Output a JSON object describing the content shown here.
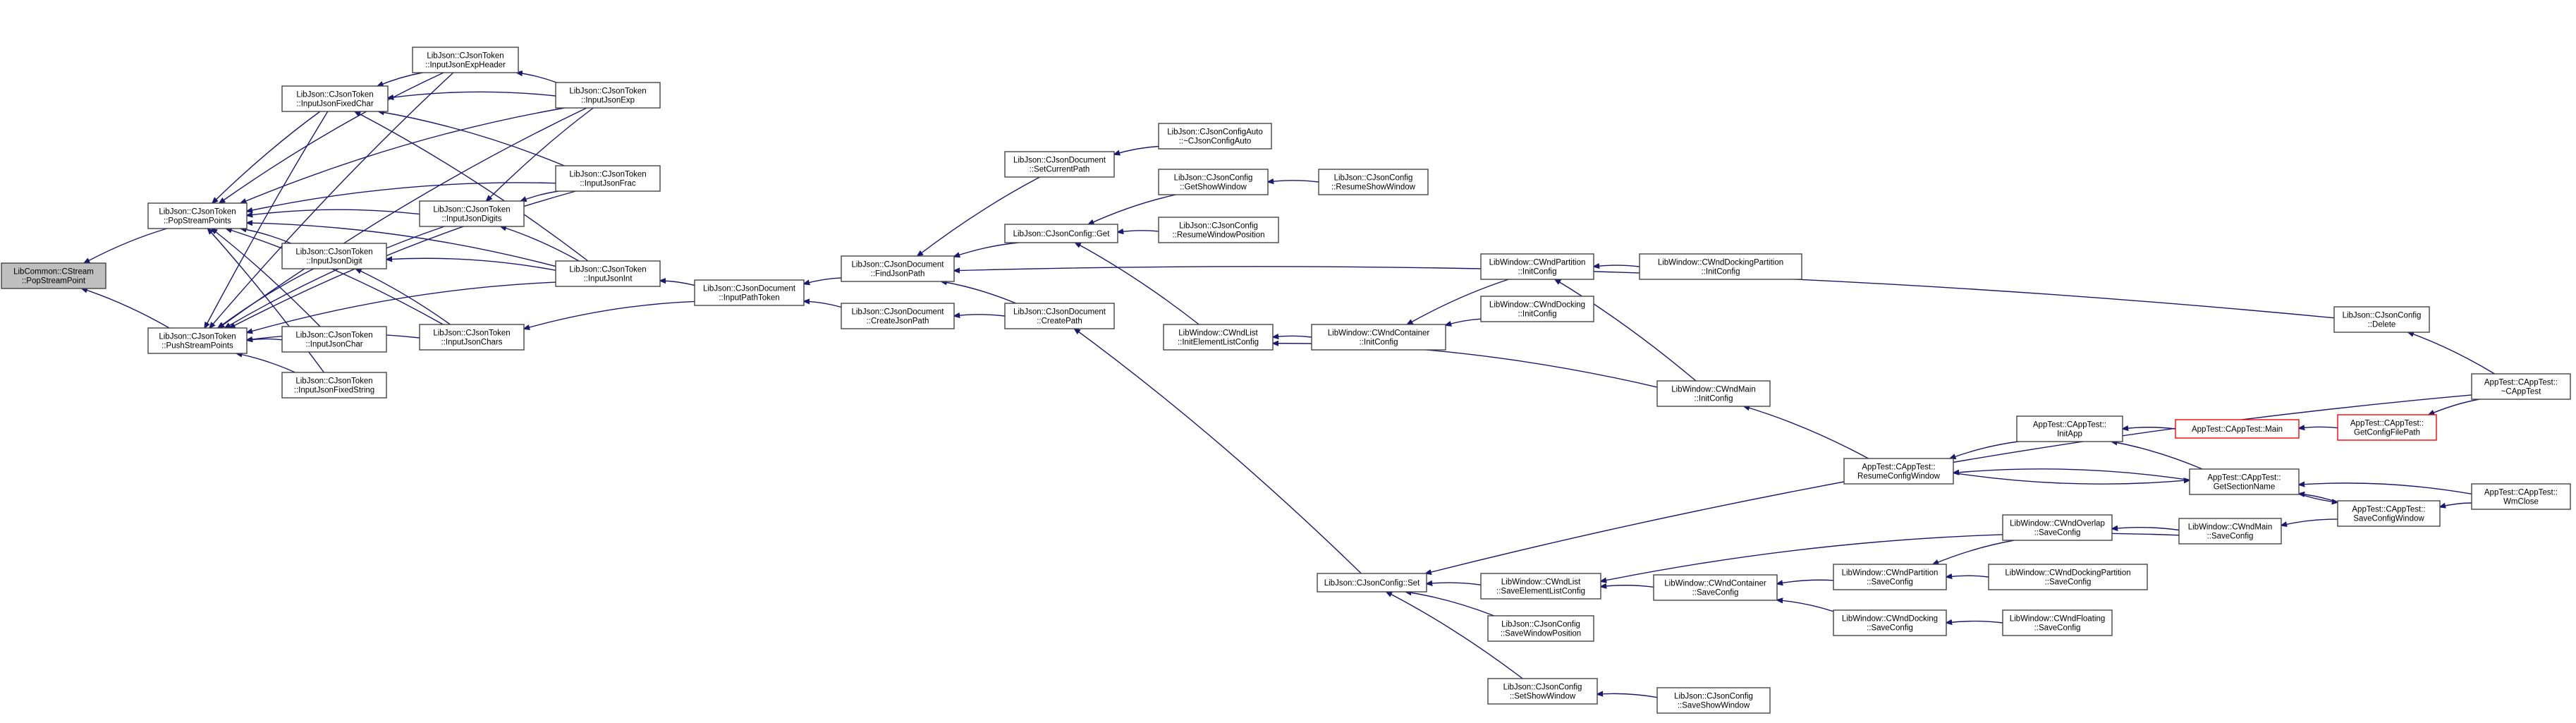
{
  "colors": {
    "edge": "#191970",
    "node_border": "#444444",
    "root_fill": "#bfbfbf",
    "red_border": "#ff0000"
  },
  "nodes": [
    {
      "id": "root",
      "lines": [
        "LibCommon::CStream",
        "::PopStreamPoint"
      ]
    },
    {
      "id": "popSP",
      "lines": [
        "LibJson::CJsonToken",
        "::PopStreamPoints"
      ]
    },
    {
      "id": "pushSP",
      "lines": [
        "LibJson::CJsonToken",
        "::PushStreamPoints"
      ]
    },
    {
      "id": "expHeader",
      "lines": [
        "LibJson::CJsonToken",
        "::InputJsonExpHeader"
      ]
    },
    {
      "id": "fixedChar",
      "lines": [
        "LibJson::CJsonToken",
        "::InputJsonFixedChar"
      ]
    },
    {
      "id": "exp",
      "lines": [
        "LibJson::CJsonToken",
        "::InputJsonExp"
      ]
    },
    {
      "id": "frac",
      "lines": [
        "LibJson::CJsonToken",
        "::InputJsonFrac"
      ]
    },
    {
      "id": "digits",
      "lines": [
        "LibJson::CJsonToken",
        "::InputJsonDigits"
      ]
    },
    {
      "id": "digit",
      "lines": [
        "LibJson::CJsonToken",
        "::InputJsonDigit"
      ]
    },
    {
      "id": "int",
      "lines": [
        "LibJson::CJsonToken",
        "::InputJsonInt"
      ]
    },
    {
      "id": "char",
      "lines": [
        "LibJson::CJsonToken",
        "::InputJsonChar"
      ]
    },
    {
      "id": "chars",
      "lines": [
        "LibJson::CJsonToken",
        "::InputJsonChars"
      ]
    },
    {
      "id": "fixedString",
      "lines": [
        "LibJson::CJsonToken",
        "::InputJsonFixedString"
      ]
    },
    {
      "id": "inputPathToken",
      "lines": [
        "LibJson::CJsonDocument",
        "::InputPathToken"
      ]
    },
    {
      "id": "findJsonPath",
      "lines": [
        "LibJson::CJsonDocument",
        "::FindJsonPath"
      ]
    },
    {
      "id": "createJsonPath",
      "lines": [
        "LibJson::CJsonDocument",
        "::CreateJsonPath"
      ]
    },
    {
      "id": "setCurrentPath",
      "lines": [
        "LibJson::CJsonDocument",
        "::SetCurrentPath"
      ]
    },
    {
      "id": "cfgGet",
      "lines": [
        "LibJson::CJsonConfig::Get"
      ]
    },
    {
      "id": "createPath",
      "lines": [
        "LibJson::CJsonDocument",
        "::CreatePath"
      ]
    },
    {
      "id": "cfgAuto",
      "lines": [
        "LibJson::CJsonConfigAuto",
        "::~CJsonConfigAuto"
      ]
    },
    {
      "id": "getShowWindow",
      "lines": [
        "LibJson::CJsonConfig",
        "::GetShowWindow"
      ]
    },
    {
      "id": "resumeWinPos",
      "lines": [
        "LibJson::CJsonConfig",
        "::ResumeWindowPosition"
      ]
    },
    {
      "id": "resumeShowWin",
      "lines": [
        "LibJson::CJsonConfig",
        "::ResumeShowWindow"
      ]
    },
    {
      "id": "initElemList",
      "lines": [
        "LibWindow::CWndList",
        "::InitElementListConfig"
      ]
    },
    {
      "id": "containerInit",
      "lines": [
        "LibWindow::CWndContainer",
        "::InitConfig"
      ]
    },
    {
      "id": "partitionInit",
      "lines": [
        "LibWindow::CWndPartition",
        "::InitConfig"
      ]
    },
    {
      "id": "dockPartInit",
      "lines": [
        "LibWindow::CWndDockingPartition",
        "::InitConfig"
      ]
    },
    {
      "id": "dockingInit",
      "lines": [
        "LibWindow::CWndDocking",
        "::InitConfig"
      ]
    },
    {
      "id": "mainInit",
      "lines": [
        "LibWindow::CWndMain",
        "::InitConfig"
      ]
    },
    {
      "id": "cfgDelete",
      "lines": [
        "LibJson::CJsonConfig",
        "::Delete"
      ]
    },
    {
      "id": "appDtor",
      "lines": [
        "AppTest::CAppTest::",
        "~CAppTest"
      ]
    },
    {
      "id": "initApp",
      "lines": [
        "AppTest::CAppTest::",
        "InitApp"
      ]
    },
    {
      "id": "appMain",
      "lines": [
        "AppTest::CAppTest::Main"
      ]
    },
    {
      "id": "getCfgPath",
      "lines": [
        "AppTest::CAppTest::",
        "GetConfigFilePath"
      ]
    },
    {
      "id": "resumeCfgWin",
      "lines": [
        "AppTest::CAppTest::",
        "ResumeConfigWindow"
      ]
    },
    {
      "id": "getSection",
      "lines": [
        "AppTest::CAppTest::",
        "GetSectionName"
      ]
    },
    {
      "id": "saveCfgWin",
      "lines": [
        "AppTest::CAppTest::",
        "SaveConfigWindow"
      ]
    },
    {
      "id": "wmClose",
      "lines": [
        "AppTest::CAppTest::",
        "WmClose"
      ]
    },
    {
      "id": "cfgSet",
      "lines": [
        "LibJson::CJsonConfig::Set"
      ]
    },
    {
      "id": "saveElemList",
      "lines": [
        "LibWindow::CWndList",
        "::SaveElementListConfig"
      ]
    },
    {
      "id": "saveWinPos",
      "lines": [
        "LibJson::CJsonConfig",
        "::SaveWindowPosition"
      ]
    },
    {
      "id": "setShowWin",
      "lines": [
        "LibJson::CJsonConfig",
        "::SetShowWindow"
      ]
    },
    {
      "id": "saveShowWin",
      "lines": [
        "LibJson::CJsonConfig",
        "::SaveShowWindow"
      ]
    },
    {
      "id": "containerSave",
      "lines": [
        "LibWindow::CWndContainer",
        "::SaveConfig"
      ]
    },
    {
      "id": "overlapSave",
      "lines": [
        "LibWindow::CWndOverlap",
        "::SaveConfig"
      ]
    },
    {
      "id": "partitionSave",
      "lines": [
        "LibWindow::CWndPartition",
        "::SaveConfig"
      ]
    },
    {
      "id": "dockPartSave",
      "lines": [
        "LibWindow::CWndDockingPartition",
        "::SaveConfig"
      ]
    },
    {
      "id": "dockingSave",
      "lines": [
        "LibWindow::CWndDocking",
        "::SaveConfig"
      ]
    },
    {
      "id": "floatingSave",
      "lines": [
        "LibWindow::CWndFloating",
        "::SaveConfig"
      ]
    },
    {
      "id": "mainSave",
      "lines": [
        "LibWindow::CWndMain",
        "::SaveConfig"
      ]
    }
  ],
  "edges": [
    [
      "popSP",
      "root"
    ],
    [
      "pushSP",
      "root"
    ],
    [
      "expHeader",
      "popSP"
    ],
    [
      "fixedChar",
      "popSP"
    ],
    [
      "exp",
      "popSP"
    ],
    [
      "frac",
      "popSP"
    ],
    [
      "digits",
      "popSP"
    ],
    [
      "digit",
      "popSP"
    ],
    [
      "int",
      "popSP"
    ],
    [
      "char",
      "popSP"
    ],
    [
      "chars",
      "popSP"
    ],
    [
      "fixedString",
      "popSP"
    ],
    [
      "expHeader",
      "pushSP"
    ],
    [
      "fixedChar",
      "pushSP"
    ],
    [
      "exp",
      "pushSP"
    ],
    [
      "frac",
      "pushSP"
    ],
    [
      "digits",
      "pushSP"
    ],
    [
      "digit",
      "pushSP"
    ],
    [
      "int",
      "pushSP"
    ],
    [
      "char",
      "pushSP"
    ],
    [
      "chars",
      "pushSP"
    ],
    [
      "fixedString",
      "pushSP"
    ],
    [
      "expHeader",
      "fixedChar"
    ],
    [
      "exp",
      "expHeader"
    ],
    [
      "exp",
      "fixedChar"
    ],
    [
      "frac",
      "fixedChar"
    ],
    [
      "int",
      "fixedChar"
    ],
    [
      "exp",
      "digits"
    ],
    [
      "frac",
      "digits"
    ],
    [
      "int",
      "digits"
    ],
    [
      "int",
      "digit"
    ],
    [
      "chars",
      "digit"
    ],
    [
      "inputPathToken",
      "int"
    ],
    [
      "inputPathToken",
      "chars"
    ],
    [
      "findJsonPath",
      "inputPathToken"
    ],
    [
      "createJsonPath",
      "inputPathToken"
    ],
    [
      "cfgGet",
      "findJsonPath"
    ],
    [
      "setCurrentPath",
      "findJsonPath"
    ],
    [
      "createPath",
      "findJsonPath"
    ],
    [
      "cfgDelete",
      "findJsonPath"
    ],
    [
      "createPath",
      "createJsonPath"
    ],
    [
      "cfgAuto",
      "setCurrentPath"
    ],
    [
      "getShowWindow",
      "cfgGet"
    ],
    [
      "resumeWinPos",
      "cfgGet"
    ],
    [
      "initElemList",
      "cfgGet"
    ],
    [
      "resumeShowWin",
      "getShowWindow"
    ],
    [
      "cfgSet",
      "createPath"
    ],
    [
      "containerInit",
      "initElemList"
    ],
    [
      "mainInit",
      "initElemList"
    ],
    [
      "partitionInit",
      "containerInit"
    ],
    [
      "dockingInit",
      "containerInit"
    ],
    [
      "dockPartInit",
      "partitionInit"
    ],
    [
      "mainInit",
      "partitionInit"
    ],
    [
      "resumeCfgWin",
      "mainInit"
    ],
    [
      "appDtor",
      "cfgDelete"
    ],
    [
      "initApp",
      "resumeCfgWin"
    ],
    [
      "getSection",
      "resumeCfgWin"
    ],
    [
      "appMain",
      "initApp"
    ],
    [
      "getSection",
      "initApp"
    ],
    [
      "getCfgPath",
      "appMain"
    ],
    [
      "appDtor",
      "getCfgPath"
    ],
    [
      "resumeCfgWin",
      "getSection"
    ],
    [
      "saveCfgWin",
      "getSection"
    ],
    [
      "wmClose",
      "getSection"
    ],
    [
      "getSection",
      "saveCfgWin"
    ],
    [
      "wmClose",
      "saveCfgWin"
    ],
    [
      "saveCfgWin",
      "mainSave"
    ],
    [
      "appDtor",
      "cfgSet"
    ],
    [
      "saveElemList",
      "cfgSet"
    ],
    [
      "saveWinPos",
      "cfgSet"
    ],
    [
      "setShowWin",
      "cfgSet"
    ],
    [
      "saveShowWin",
      "setShowWin"
    ],
    [
      "containerSave",
      "saveElemList"
    ],
    [
      "mainSave",
      "saveElemList"
    ],
    [
      "partitionSave",
      "containerSave"
    ],
    [
      "dockingSave",
      "containerSave"
    ],
    [
      "overlapSave",
      "partitionSave"
    ],
    [
      "dockPartSave",
      "partitionSave"
    ],
    [
      "floatingSave",
      "dockingSave"
    ],
    [
      "mainSave",
      "overlapSave"
    ]
  ]
}
